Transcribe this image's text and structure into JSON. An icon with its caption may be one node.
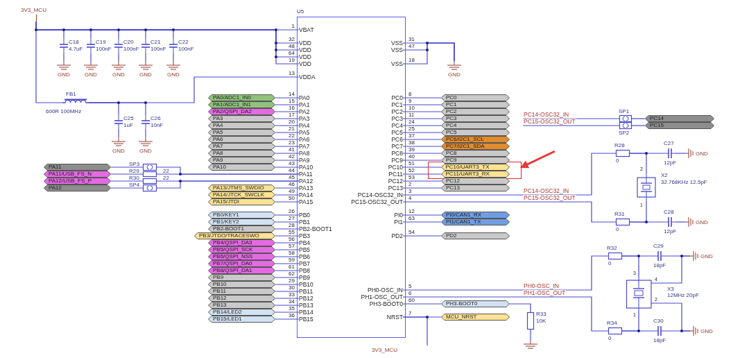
{
  "diagram": {
    "nodes": [
      {
        "text": [
          "U5"
        ]
      },
      {
        "text": [
          "VBAT"
        ],
        "beside": [
          "1"
        ],
        "in": 0
      },
      {
        "text": [
          "VDD"
        ],
        "beside": [
          "32"
        ],
        "in": 0
      },
      {
        "text": [
          "VDD"
        ],
        "beside": [
          "48"
        ],
        "in": 0
      },
      {
        "text": [
          "VDD"
        ],
        "beside": [
          "64"
        ],
        "in": 0
      },
      {
        "text": [
          "VDD"
        ],
        "beside": [
          "19"
        ],
        "in": 0
      },
      {
        "text": [
          "VDDA"
        ],
        "beside": [
          "13"
        ],
        "in": 0
      },
      {
        "text": [
          "PA0"
        ],
        "beside": [
          "14"
        ],
        "in": 0
      },
      {
        "text": [
          "PA1"
        ],
        "beside": [
          "15"
        ],
        "in": 0
      },
      {
        "text": [
          "PA2"
        ],
        "beside": [
          "16"
        ],
        "in": 0
      },
      {
        "text": [
          "PA3"
        ],
        "beside": [
          "17"
        ],
        "in": 0
      },
      {
        "text": [
          "PA4"
        ],
        "beside": [
          "20"
        ],
        "in": 0
      },
      {
        "text": [
          "PA5"
        ],
        "beside": [
          "21"
        ],
        "in": 0
      },
      {
        "text": [
          "PA6"
        ],
        "beside": [
          "22"
        ],
        "in": 0
      },
      {
        "text": [
          "PA7"
        ],
        "beside": [
          "23"
        ],
        "in": 0
      },
      {
        "text": [
          "PA8"
        ],
        "beside": [
          "41"
        ],
        "in": 0
      },
      {
        "text": [
          "PA9"
        ],
        "beside": [
          "42"
        ],
        "in": 0
      },
      {
        "text": [
          "PA10"
        ],
        "beside": [
          "43"
        ],
        "in": 0
      },
      {
        "text": [
          "PA11"
        ],
        "beside": [
          "44"
        ],
        "in": 0
      },
      {
        "text": [
          "PA12"
        ],
        "beside": [
          "45"
        ],
        "in": 0
      },
      {
        "text": [
          "PA13"
        ],
        "beside": [
          "46"
        ],
        "in": 0
      },
      {
        "text": [
          "PA14"
        ],
        "beside": [
          "49"
        ],
        "in": 0
      },
      {
        "text": [
          "PA15"
        ],
        "beside": [
          "50"
        ],
        "in": 0
      },
      {
        "text": [
          "PB0"
        ],
        "beside": [
          "26"
        ],
        "in": 0
      },
      {
        "text": [
          "PB1"
        ],
        "beside": [
          "27"
        ],
        "in": 0
      },
      {
        "text": [
          "PB2-BOOT1"
        ],
        "beside": [
          "28"
        ],
        "in": 0
      },
      {
        "text": [
          "PB3"
        ],
        "beside": [
          "55"
        ],
        "in": 0
      },
      {
        "text": [
          "PB4"
        ],
        "beside": [
          "56"
        ],
        "in": 0
      },
      {
        "text": [
          "PB5"
        ],
        "beside": [
          "57"
        ],
        "in": 0
      },
      {
        "text": [
          "PB6"
        ],
        "beside": [
          "58"
        ],
        "in": 0
      },
      {
        "text": [
          "PB7"
        ],
        "beside": [
          "59"
        ],
        "in": 0
      },
      {
        "text": [
          "PB8"
        ],
        "beside": [
          "61"
        ],
        "in": 0
      },
      {
        "text": [
          "PB9"
        ],
        "beside": [
          "62"
        ],
        "in": 0
      },
      {
        "text": [
          "PB10"
        ],
        "beside": [
          "29"
        ],
        "in": 0
      },
      {
        "text": [
          "PB11"
        ],
        "beside": [
          "30"
        ],
        "in": 0
      },
      {
        "text": [
          "PB12"
        ],
        "beside": [
          "33"
        ],
        "in": 0
      },
      {
        "text": [
          "PB13"
        ],
        "beside": [
          "34"
        ],
        "in": 0
      },
      {
        "text": [
          "PB14"
        ],
        "beside": [
          "35"
        ],
        "in": 0
      },
      {
        "text": [
          "PB15"
        ],
        "beside": [
          "36"
        ],
        "in": 0
      },
      {
        "text": [
          "VSS"
        ],
        "beside": [
          "31"
        ],
        "in": 0
      },
      {
        "text": [
          "VSS"
        ],
        "beside": [
          "47"
        ],
        "in": 0
      },
      {
        "text": [
          "VSS"
        ],
        "beside": [
          "18"
        ],
        "in": 0
      },
      {
        "text": [
          "PC0"
        ],
        "beside": [
          "8"
        ],
        "in": 0
      },
      {
        "text": [
          "PC1"
        ],
        "beside": [
          "9"
        ],
        "in": 0
      },
      {
        "text": [
          "PC2"
        ],
        "beside": [
          "10"
        ],
        "in": 0
      },
      {
        "text": [
          "PC3"
        ],
        "beside": [
          "11"
        ],
        "in": 0
      },
      {
        "text": [
          "PC4"
        ],
        "beside": [
          "24"
        ],
        "in": 0
      },
      {
        "text": [
          "PC5"
        ],
        "beside": [
          "25"
        ],
        "in": 0
      },
      {
        "text": [
          "PC6"
        ],
        "beside": [
          "37"
        ],
        "in": 0
      },
      {
        "text": [
          "PC7"
        ],
        "beside": [
          "38"
        ],
        "in": 0
      },
      {
        "text": [
          "PC8"
        ],
        "beside": [
          "39"
        ],
        "in": 0
      },
      {
        "text": [
          "PC9"
        ],
        "beside": [
          "40"
        ],
        "in": 0
      },
      {
        "text": [
          "PC10"
        ],
        "beside": [
          "51"
        ],
        "in": 0
      },
      {
        "text": [
          "PC11"
        ],
        "beside": [
          "52"
        ],
        "in": 0
      },
      {
        "text": [
          "PC12"
        ],
        "beside": [
          "53"
        ],
        "in": 0
      },
      {
        "text": [
          "PC13"
        ],
        "beside": [
          "2"
        ],
        "in": 0
      },
      {
        "text": [
          "PC14-OSC32_IN"
        ],
        "beside": [
          "3"
        ],
        "in": 0
      },
      {
        "text": [
          "PC15-OSC32_OUT"
        ],
        "beside": [
          "4"
        ],
        "in": 0
      },
      {
        "text": [
          "PI0"
        ],
        "beside": [
          "12"
        ],
        "in": 0
      },
      {
        "text": [
          "PI1"
        ],
        "beside": [
          "63"
        ],
        "in": 0
      },
      {
        "text": [
          "PD2"
        ],
        "beside": [
          "54"
        ],
        "in": 0
      },
      {
        "text": [
          "PH0-OSC_IN"
        ],
        "beside": [
          "5"
        ],
        "in": 0
      },
      {
        "text": [
          "PH1-OSC_OUT"
        ],
        "beside": [
          "6"
        ],
        "in": 0
      },
      {
        "text": [
          "PH3-BOOT0"
        ],
        "beside": [
          "60"
        ],
        "in": 0
      },
      {
        "text": [
          "NRST"
        ],
        "beside": [
          "7"
        ],
        "in": 0
      },
      {
        "text": [
          "3V3_MCU"
        ]
      },
      {
        "text": [
          "C18",
          "4.7uF"
        ]
      },
      {
        "text": [
          "C19",
          "100nF"
        ]
      },
      {
        "text": [
          "C20",
          "100nF"
        ]
      },
      {
        "text": [
          "C21",
          "100nF"
        ]
      },
      {
        "text": [
          "C22",
          "100nF"
        ]
      },
      {
        "text": [
          "GND"
        ]
      },
      {
        "text": [
          "GND"
        ]
      },
      {
        "text": [
          "GND"
        ]
      },
      {
        "text": [
          "GND"
        ]
      },
      {
        "text": [
          "GND"
        ]
      },
      {
        "text": [
          "FB1",
          "600R 100MHz"
        ]
      },
      {
        "text": [
          "C25",
          "1uF"
        ]
      },
      {
        "text": [
          "C26",
          "10nF"
        ]
      },
      {
        "text": [
          "GND"
        ]
      },
      {
        "text": [
          "GND"
        ]
      },
      {
        "text": [
          "GND"
        ]
      },
      {
        "text": [
          "PA0/ADC1_IN0"
        ]
      },
      {
        "text": [
          "PA1/ADC1_IN1"
        ]
      },
      {
        "text": [
          "PA2/QSPI_DA2"
        ]
      },
      {
        "text": [
          "PA3"
        ]
      },
      {
        "text": [
          "PA4"
        ]
      },
      {
        "text": [
          "PA5"
        ]
      },
      {
        "text": [
          "PA6"
        ]
      },
      {
        "text": [
          "PA7"
        ]
      },
      {
        "text": [
          "PA8"
        ]
      },
      {
        "text": [
          "PA9"
        ]
      },
      {
        "text": [
          "PA10"
        ]
      },
      {
        "text": [
          "PA13/JTMS_SWDIO"
        ]
      },
      {
        "text": [
          "PA14/JTCK_SWCLK"
        ]
      },
      {
        "text": [
          "PA15/JTDI"
        ]
      },
      {
        "text": [
          "PB0/KEY1"
        ]
      },
      {
        "text": [
          "PB1/KEY2"
        ]
      },
      {
        "text": [
          "PB2-BOOT1"
        ]
      },
      {
        "text": [
          "PB3/JTDO/TRACESWO"
        ]
      },
      {
        "text": [
          "PB4/QSPI_DA3"
        ]
      },
      {
        "text": [
          "PB5/QSPI_SCK"
        ]
      },
      {
        "text": [
          "PB6/QSPI_NSS"
        ]
      },
      {
        "text": [
          "PB7/QSPI_DA0"
        ]
      },
      {
        "text": [
          "PB8/QSPI_DA1"
        ]
      },
      {
        "text": [
          "PB9"
        ]
      },
      {
        "text": [
          "PB10"
        ]
      },
      {
        "text": [
          "PB11"
        ]
      },
      {
        "text": [
          "PB12"
        ]
      },
      {
        "text": [
          "PB13"
        ]
      },
      {
        "text": [
          "PB14/LED2"
        ]
      },
      {
        "text": [
          "PB15/LED1"
        ]
      },
      {
        "text": [
          "PA11"
        ]
      },
      {
        "text": [
          "PA11/USB_FS_N"
        ]
      },
      {
        "text": [
          "PA12/USB_FS_P"
        ]
      },
      {
        "text": [
          "PA12"
        ]
      },
      {
        "text": [
          "SP3"
        ]
      },
      {
        "text": [
          "R29",
          "22"
        ]
      },
      {
        "text": [
          "R30",
          "22"
        ]
      },
      {
        "text": [
          "SP4"
        ]
      },
      {
        "text": [],
        "shape": "box"
      },
      {
        "text": [
          "PC0"
        ]
      },
      {
        "text": [
          "PC1"
        ]
      },
      {
        "text": [
          "PC2"
        ]
      },
      {
        "text": [
          "PC3"
        ]
      },
      {
        "text": [
          "PC4"
        ]
      },
      {
        "text": [
          "PC5"
        ]
      },
      {
        "text": [
          "PC6/I2C1_SCL"
        ]
      },
      {
        "text": [
          "PC7/I2C1_SDA"
        ]
      },
      {
        "text": [
          "PC8"
        ]
      },
      {
        "text": [
          "PC9"
        ]
      },
      {
        "text": [
          "PC10/UART3_TX"
        ],
        "in": 120
      },
      {
        "text": [
          "PC11/UART3_RX"
        ],
        "in": 120
      },
      {
        "text": [
          "PC12"
        ]
      },
      {
        "text": [
          "PC13"
        ]
      },
      {
        "text": [
          "PI0/CAN1_RX"
        ]
      },
      {
        "text": [
          "PI1/CAN1_TX"
        ]
      },
      {
        "text": [
          "PD2"
        ]
      },
      {
        "text": [
          "PH3-BOOT0"
        ]
      },
      {
        "text": [
          "MCU_NRST"
        ]
      },
      {
        "text": [
          "SP1"
        ]
      },
      {
        "text": [
          "SP2"
        ]
      },
      {
        "text": [
          "PC14"
        ]
      },
      {
        "text": [
          "PC15"
        ]
      },
      {
        "text": [
          "R28",
          "0"
        ]
      },
      {
        "text": [
          "C27",
          "12pF"
        ]
      },
      {
        "text": [
          "GND"
        ]
      },
      {
        "text": [
          "X2",
          "32.768KHz 12.5pF"
        ],
        "beside": [
          "2",
          "1"
        ]
      },
      {
        "text": [
          "R31",
          "0"
        ]
      },
      {
        "text": [
          "C28",
          "12pF"
        ]
      },
      {
        "text": [
          "GND"
        ]
      },
      {
        "text": [
          "R32",
          "0"
        ]
      },
      {
        "text": [
          "C29",
          "18pF"
        ]
      },
      {
        "text": [
          "GND"
        ]
      },
      {
        "text": [
          "X3",
          "12MHz 20pF"
        ],
        "beside": [
          "3",
          "4",
          "2",
          "1"
        ]
      },
      {
        "text": [
          "R34",
          "0"
        ]
      },
      {
        "text": [
          "C30",
          "18pF"
        ]
      },
      {
        "text": [
          "GND"
        ]
      },
      {
        "text": [
          "R33",
          "10K"
        ]
      },
      {
        "text": [],
        "shape": "ground"
      },
      {
        "text": [
          "3V3_MCU"
        ]
      }
    ],
    "edges": [
      {
        "from": 65,
        "to": 1,
        "arrow": "none"
      },
      {
        "from": 65,
        "to": 2,
        "arrow": "none"
      },
      {
        "from": 65,
        "to": 3,
        "arrow": "none"
      },
      {
        "from": 65,
        "to": 4,
        "arrow": "none"
      },
      {
        "from": 65,
        "to": 5,
        "arrow": "none"
      },
      {
        "from": 65,
        "to": 66,
        "arrow": "none"
      },
      {
        "from": 65,
        "to": 67,
        "arrow": "none"
      },
      {
        "from": 65,
        "to": 68,
        "arrow": "none"
      },
      {
        "from": 65,
        "to": 69,
        "arrow": "none"
      },
      {
        "from": 65,
        "to": 70,
        "arrow": "none"
      },
      {
        "from": 65,
        "to": 76,
        "arrow": "none"
      },
      {
        "from": 66,
        "to": 71,
        "arrow": "none"
      },
      {
        "from": 67,
        "to": 72,
        "arrow": "none"
      },
      {
        "from": 68,
        "to": 73,
        "arrow": "none"
      },
      {
        "from": 69,
        "to": 74,
        "arrow": "none"
      },
      {
        "from": 70,
        "to": 75,
        "arrow": "none"
      },
      {
        "from": 76,
        "to": 77,
        "arrow": "none"
      },
      {
        "from": 76,
        "to": 78,
        "arrow": "none"
      },
      {
        "from": 76,
        "to": 6,
        "arrow": "none"
      },
      {
        "from": 77,
        "to": 79,
        "arrow": "none"
      },
      {
        "from": 78,
        "to": 80,
        "arrow": "none"
      },
      {
        "from": 39,
        "to": 81,
        "arrow": "none"
      },
      {
        "from": 40,
        "to": 81,
        "arrow": "none"
      },
      {
        "from": 41,
        "to": 81,
        "arrow": "none"
      },
      {
        "from": 82,
        "to": 7,
        "arrow": "none"
      },
      {
        "from": 83,
        "to": 8,
        "arrow": "none"
      },
      {
        "from": 84,
        "to": 9,
        "arrow": "none"
      },
      {
        "from": 85,
        "to": 10,
        "arrow": "none"
      },
      {
        "from": 86,
        "to": 11,
        "arrow": "none"
      },
      {
        "from": 87,
        "to": 12,
        "arrow": "none"
      },
      {
        "from": 88,
        "to": 13,
        "arrow": "none"
      },
      {
        "from": 89,
        "to": 14,
        "arrow": "none"
      },
      {
        "from": 90,
        "to": 15,
        "arrow": "none"
      },
      {
        "from": 91,
        "to": 16,
        "arrow": "none"
      },
      {
        "from": 92,
        "to": 17,
        "arrow": "none"
      },
      {
        "from": 93,
        "to": 20,
        "arrow": "none"
      },
      {
        "from": 94,
        "to": 21,
        "arrow": "none"
      },
      {
        "from": 95,
        "to": 22,
        "arrow": "none"
      },
      {
        "from": 96,
        "to": 23,
        "arrow": "none"
      },
      {
        "from": 97,
        "to": 24,
        "arrow": "none"
      },
      {
        "from": 98,
        "to": 25,
        "arrow": "none"
      },
      {
        "from": 99,
        "to": 26,
        "arrow": "none"
      },
      {
        "from": 100,
        "to": 27,
        "arrow": "none"
      },
      {
        "from": 101,
        "to": 28,
        "arrow": "none"
      },
      {
        "from": 102,
        "to": 29,
        "arrow": "none"
      },
      {
        "from": 103,
        "to": 30,
        "arrow": "none"
      },
      {
        "from": 104,
        "to": 31,
        "arrow": "none"
      },
      {
        "from": 105,
        "to": 32,
        "arrow": "none"
      },
      {
        "from": 106,
        "to": 33,
        "arrow": "none"
      },
      {
        "from": 107,
        "to": 34,
        "arrow": "none"
      },
      {
        "from": 108,
        "to": 35,
        "arrow": "none"
      },
      {
        "from": 109,
        "to": 36,
        "arrow": "none"
      },
      {
        "from": 110,
        "to": 37,
        "arrow": "none"
      },
      {
        "from": 111,
        "to": 38,
        "arrow": "none"
      },
      {
        "from": 112,
        "to": 116,
        "arrow": "none"
      },
      {
        "from": 113,
        "to": 117,
        "arrow": "none"
      },
      {
        "from": 114,
        "to": 118,
        "arrow": "none"
      },
      {
        "from": 115,
        "to": 119,
        "arrow": "none"
      },
      {
        "from": 116,
        "to": 18,
        "arrow": "none"
      },
      {
        "from": 117,
        "to": 18,
        "arrow": "none"
      },
      {
        "from": 118,
        "to": 19,
        "arrow": "none"
      },
      {
        "from": 119,
        "to": 19,
        "arrow": "none"
      },
      {
        "from": 42,
        "to": 121,
        "arrow": "none"
      },
      {
        "from": 43,
        "to": 122,
        "arrow": "none"
      },
      {
        "from": 44,
        "to": 123,
        "arrow": "none"
      },
      {
        "from": 45,
        "to": 124,
        "arrow": "none"
      },
      {
        "from": 46,
        "to": 125,
        "arrow": "none"
      },
      {
        "from": 47,
        "to": 126,
        "arrow": "none"
      },
      {
        "from": 48,
        "to": 127,
        "arrow": "none"
      },
      {
        "from": 49,
        "to": 128,
        "arrow": "none"
      },
      {
        "from": 50,
        "to": 129,
        "arrow": "none"
      },
      {
        "from": 51,
        "to": 130,
        "arrow": "none"
      },
      {
        "from": 52,
        "to": 131,
        "arrow": "none"
      },
      {
        "from": 53,
        "to": 132,
        "arrow": "none"
      },
      {
        "from": 54,
        "to": 133,
        "arrow": "none"
      },
      {
        "from": 55,
        "to": 134,
        "arrow": "none"
      },
      {
        "from": 58,
        "to": 135,
        "arrow": "none"
      },
      {
        "from": 59,
        "to": 136,
        "arrow": "none"
      },
      {
        "from": 60,
        "to": 137,
        "arrow": "none"
      },
      {
        "from": 63,
        "to": 138,
        "arrow": "none"
      },
      {
        "from": 64,
        "to": 139,
        "arrow": "none"
      },
      {
        "from": null,
        "to": 140,
        "arrow": "none",
        "label": "PC14-OSC32_IN"
      },
      {
        "from": null,
        "to": 141,
        "arrow": "none",
        "label": "PC15-OSC32_OUT"
      },
      {
        "from": 140,
        "to": 142,
        "arrow": "none"
      },
      {
        "from": 141,
        "to": 143,
        "arrow": "none"
      },
      {
        "from": 56,
        "to": 144,
        "arrow": "none",
        "label": "PC14-OSC32_IN"
      },
      {
        "from": 57,
        "to": 148,
        "arrow": "none",
        "label": "PC15-OSC32_OUT"
      },
      {
        "from": 144,
        "to": 145,
        "arrow": "none"
      },
      {
        "from": 144,
        "to": 147,
        "arrow": "none"
      },
      {
        "from": 145,
        "to": 146,
        "arrow": "none"
      },
      {
        "from": 148,
        "to": 149,
        "arrow": "none"
      },
      {
        "from": 148,
        "to": 147,
        "arrow": "none"
      },
      {
        "from": 149,
        "to": 150,
        "arrow": "none"
      },
      {
        "from": 61,
        "to": 151,
        "arrow": "none",
        "label": "PH0-OSC_IN"
      },
      {
        "from": 62,
        "to": 155,
        "arrow": "none",
        "label": "PH1-OSC_OUT"
      },
      {
        "from": 151,
        "to": 152,
        "arrow": "none"
      },
      {
        "from": 151,
        "to": 154,
        "arrow": "none"
      },
      {
        "from": 152,
        "to": 153,
        "arrow": "none"
      },
      {
        "from": 154,
        "to": 153,
        "arrow": "none"
      },
      {
        "from": 155,
        "to": 156,
        "arrow": "none"
      },
      {
        "from": 155,
        "to": 154,
        "arrow": "none"
      },
      {
        "from": 156,
        "to": 157,
        "arrow": "none"
      },
      {
        "from": 154,
        "to": 157,
        "arrow": "none"
      },
      {
        "from": 138,
        "to": 158,
        "arrow": "none"
      },
      {
        "from": 158,
        "to": 159,
        "arrow": "none"
      },
      {
        "from": 64,
        "to": 160,
        "arrow": "none"
      },
      {
        "from": null,
        "to": 120,
        "arrow": "to",
        "style": "thick",
        "color": "#e53935"
      }
    ]
  }
}
